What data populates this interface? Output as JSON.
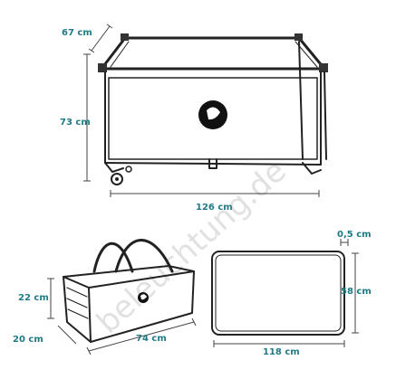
{
  "watermark": "beleuchtung.de",
  "playpen": {
    "depth_label": "67 cm",
    "height_label": "73 cm",
    "width_label": "126 cm"
  },
  "bag": {
    "height_label": "22 cm",
    "depth_label": "20 cm",
    "length_label": "74 cm"
  },
  "mattress": {
    "thickness_label": "0,5 cm",
    "width_label": "58 cm",
    "length_label": "118 cm"
  },
  "colors": {
    "dimension_text": "#1f7a85",
    "outline": "#222222"
  }
}
